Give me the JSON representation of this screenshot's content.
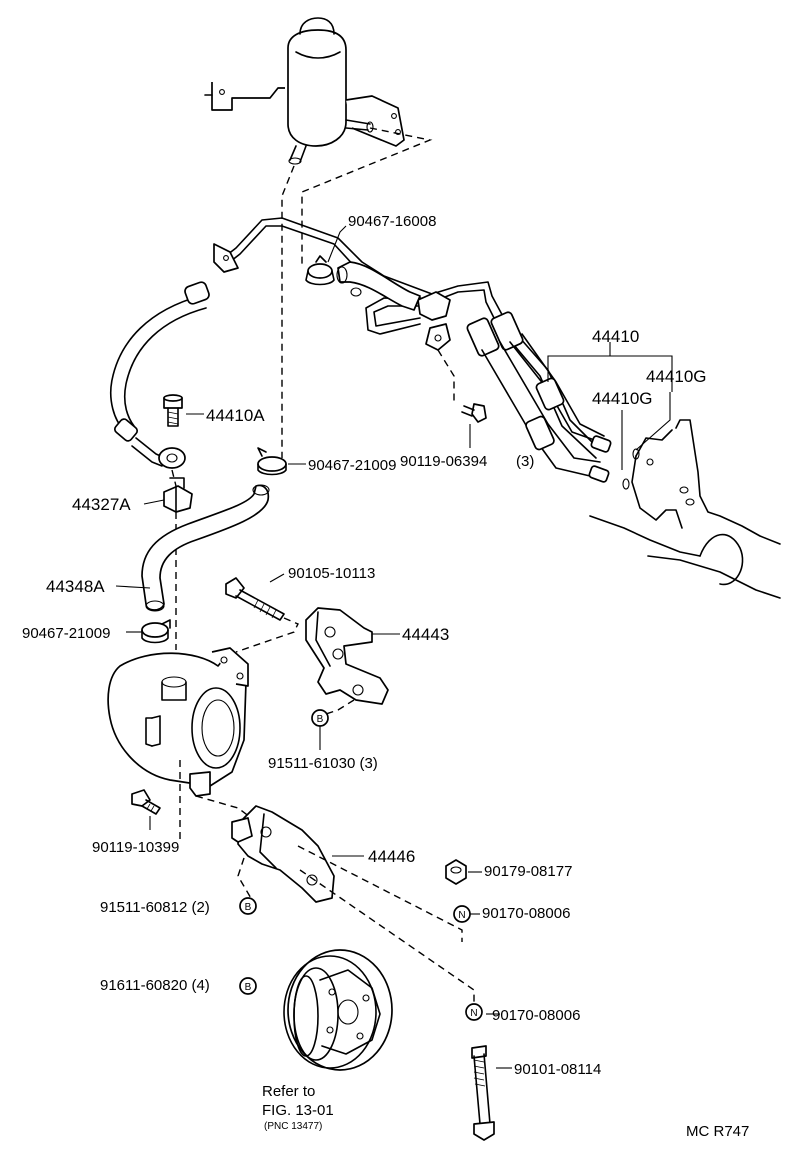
{
  "diagram": {
    "labels": {
      "p_90467_16008": "90467-16008",
      "p_44410A": "44410A",
      "p_44410": "44410",
      "p_44410G_a": "44410G",
      "p_44410G_b": "44410G",
      "p_90119_06394": "90119-06394",
      "p_90119_06394_qty": "(3)",
      "p_90467_21009_a": "90467-21009",
      "p_44327A": "44327A",
      "p_44348A": "44348A",
      "p_90105_10113": "90105-10113",
      "p_90467_21009_b": "90467-21009",
      "p_44443": "44443",
      "p_91511_61030": "91511-61030 (3)",
      "p_90119_10399": "90119-10399",
      "p_44446": "44446",
      "p_90179_08177": "90179-08177",
      "p_91511_60812": "91511-60812 (2)",
      "p_90170_08006_a": "90170-08006",
      "p_91611_60820": "91611-60820 (4)",
      "p_90170_08006_b": "90170-08006",
      "p_90101_08114": "90101-08114",
      "refer_to": "Refer to",
      "fig_ref": "FIG. 13-01",
      "pnc_ref": "(PNC 13477)",
      "figure_code": "MC R747"
    },
    "markers": {
      "b": "B",
      "n": "N"
    }
  }
}
